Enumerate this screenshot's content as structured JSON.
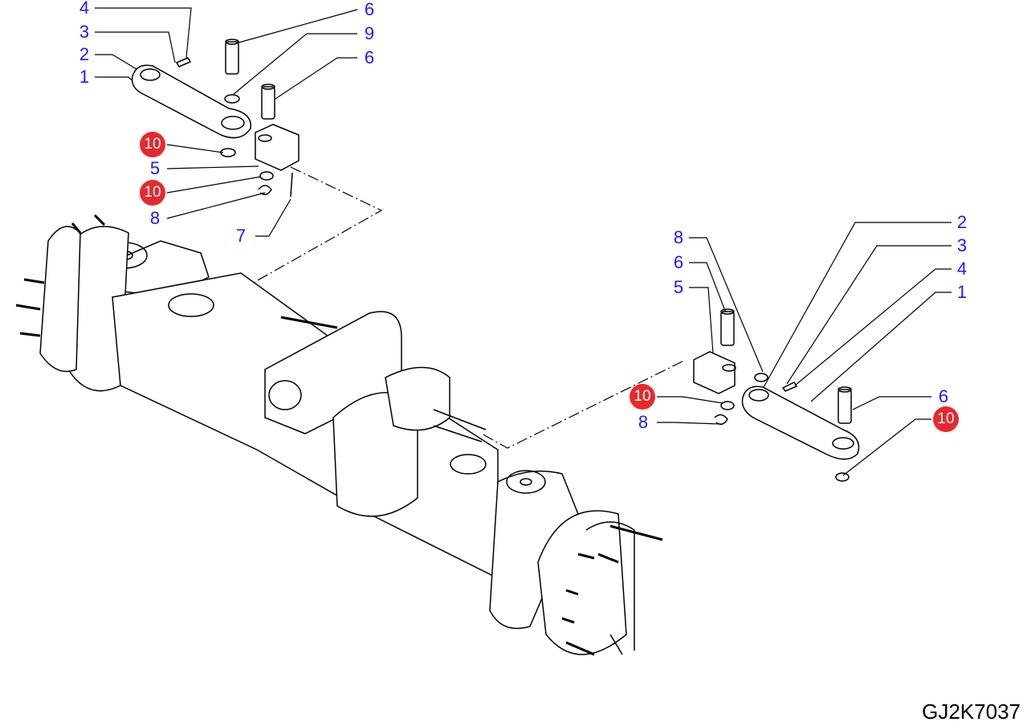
{
  "diagram": {
    "code": "GJ2K7037",
    "accent_red": "#e8282c",
    "label_blue": "#1a1aff",
    "left_callouts": [
      "4",
      "3",
      "2",
      "1",
      "6",
      "9",
      "6",
      "10",
      "5",
      "10",
      "8",
      "7"
    ],
    "right_callouts": [
      "8",
      "6",
      "5",
      "2",
      "3",
      "4",
      "1",
      "10",
      "8",
      "6",
      "10"
    ]
  }
}
